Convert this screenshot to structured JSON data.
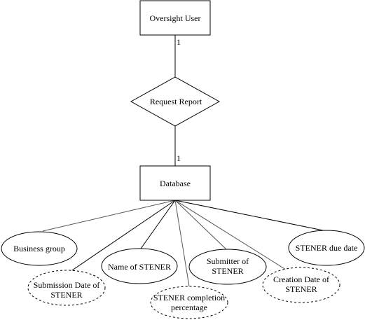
{
  "diagram": {
    "entities": {
      "oversight_user": "Oversight User",
      "database": "Database"
    },
    "relationship": "Request Report",
    "cardinality": {
      "user_side": "1",
      "database_side": "1"
    },
    "attributes": {
      "business_group": "Business group",
      "submission_date": [
        "Submission Date of",
        "STENER"
      ],
      "name_of_stener": "Name of STENER",
      "completion_percentage": [
        "STENER completion",
        "percentage"
      ],
      "submitter": [
        "Submitter of",
        "STENER"
      ],
      "creation_date": [
        "Creation Date of",
        "STENER"
      ],
      "due_date": "STENER due date"
    },
    "colors": {
      "stroke": "#000000",
      "background": "#ffffff"
    }
  }
}
